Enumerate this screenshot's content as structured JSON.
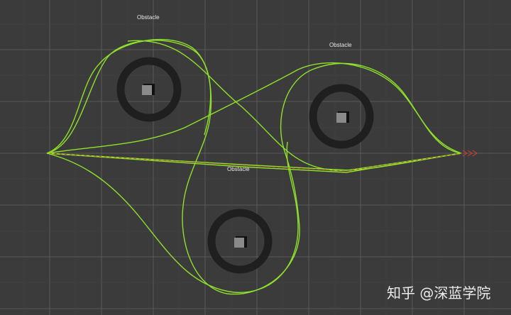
{
  "scene": {
    "background_color": "#3b3b3b",
    "grid_color": "#5a5a5a",
    "path_color": "#8fe02c",
    "arrow_color": "#e03a2e",
    "obstacle_ring_color": "#1f1f1f",
    "obstacle_marker_color": "#8a8a8a"
  },
  "labels": {
    "obstacle_top_left": "Obstacle",
    "obstacle_top_right": "Obstacle",
    "obstacle_center": "Obstacle"
  },
  "watermark": {
    "text": "知乎 @深蓝学院"
  },
  "icons": {
    "obstacle_marker": "square-marker-icon",
    "heading_arrow": "arrow-icon"
  }
}
